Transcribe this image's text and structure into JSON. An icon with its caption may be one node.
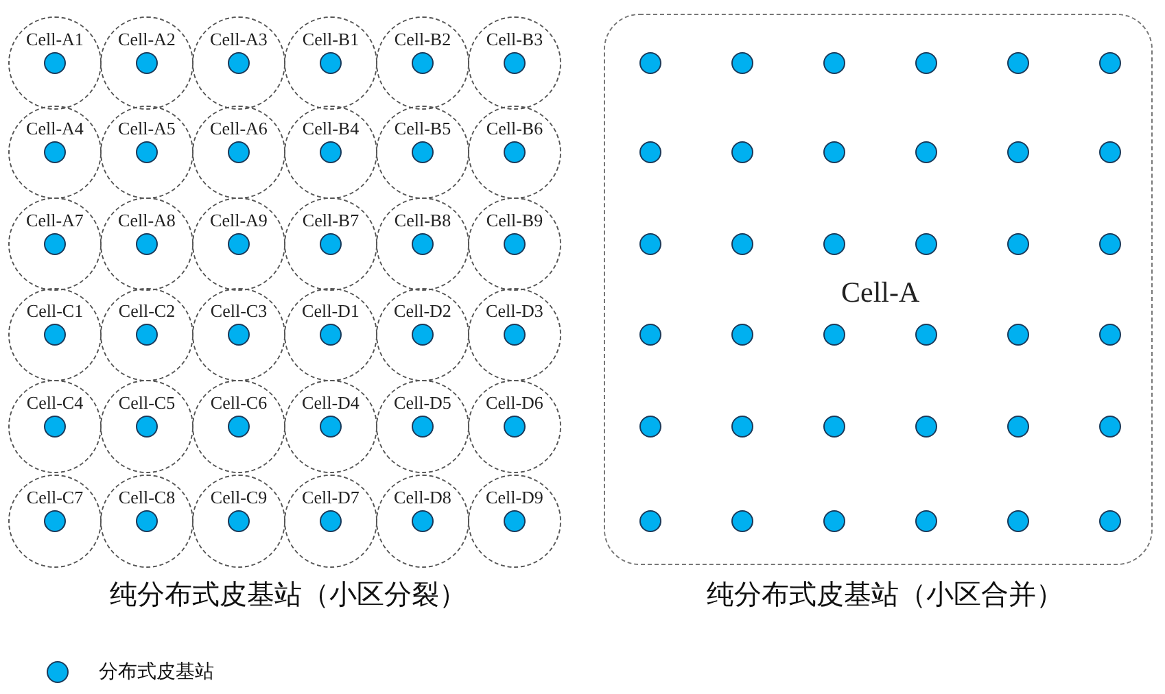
{
  "diagram": {
    "nodes": [
      {
        "text": [
          "Cell-A1"
        ]
      },
      {
        "text": [
          "Cell-A2"
        ]
      },
      {
        "text": [
          "Cell-A3"
        ]
      },
      {
        "text": [
          "Cell-B1"
        ]
      },
      {
        "text": [
          "Cell-B2"
        ]
      },
      {
        "text": [
          "Cell-B3"
        ]
      },
      {
        "text": [
          "Cell-A4"
        ]
      },
      {
        "text": [
          "Cell-A5"
        ]
      },
      {
        "text": [
          "Cell-A6"
        ]
      },
      {
        "text": [
          "Cell-B4"
        ]
      },
      {
        "text": [
          "Cell-B5"
        ]
      },
      {
        "text": [
          "Cell-B6"
        ]
      },
      {
        "text": [
          "Cell-A7"
        ]
      },
      {
        "text": [
          "Cell-A8"
        ]
      },
      {
        "text": [
          "Cell-A9"
        ]
      },
      {
        "text": [
          "Cell-B7"
        ]
      },
      {
        "text": [
          "Cell-B8"
        ]
      },
      {
        "text": [
          "Cell-B9"
        ]
      },
      {
        "text": [
          "Cell-C1"
        ]
      },
      {
        "text": [
          "Cell-C2"
        ]
      },
      {
        "text": [
          "Cell-C3"
        ]
      },
      {
        "text": [
          "Cell-D1"
        ]
      },
      {
        "text": [
          "Cell-D2"
        ]
      },
      {
        "text": [
          "Cell-D3"
        ]
      },
      {
        "text": [
          "Cell-C4"
        ]
      },
      {
        "text": [
          "Cell-C5"
        ]
      },
      {
        "text": [
          "Cell-C6"
        ]
      },
      {
        "text": [
          "Cell-D4"
        ]
      },
      {
        "text": [
          "Cell-D5"
        ]
      },
      {
        "text": [
          "Cell-D6"
        ]
      },
      {
        "text": [
          "Cell-C7"
        ]
      },
      {
        "text": [
          "Cell-C8"
        ]
      },
      {
        "text": [
          "Cell-C9"
        ]
      },
      {
        "text": [
          "Cell-D7"
        ]
      },
      {
        "text": [
          "Cell-D8"
        ]
      },
      {
        "text": [
          "Cell-D9"
        ]
      },
      {
        "text": [
          "Cell-A"
        ]
      }
    ],
    "labels": [
      "纯分布式皮基站（小区分裂）",
      "纯分布式皮基站（小区合并）"
    ],
    "legend": [
      {
        "text": "分布式皮基站",
        "color": "#00b0f0"
      }
    ]
  }
}
